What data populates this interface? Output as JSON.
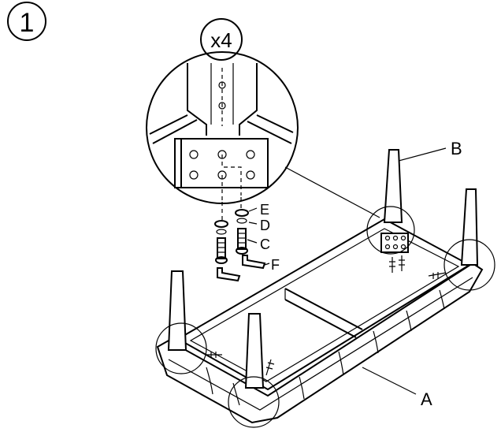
{
  "step": {
    "number": "1"
  },
  "detail": {
    "multiplier": "x4"
  },
  "hardware": {
    "e": "E",
    "d": "D",
    "c": "C",
    "f": "F"
  },
  "parts": {
    "a": "A",
    "b": "B"
  }
}
